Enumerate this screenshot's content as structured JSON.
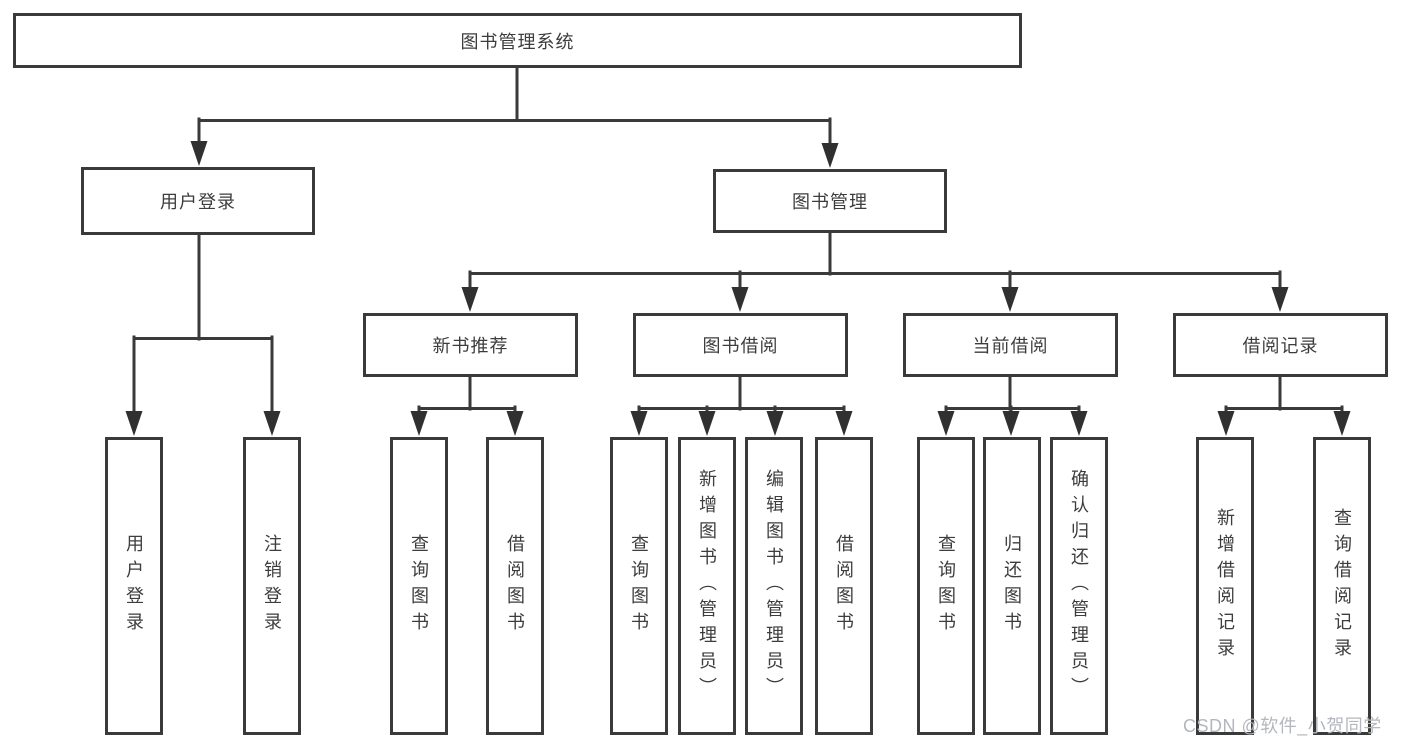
{
  "diagram": {
    "root": {
      "label": "图书管理系统"
    },
    "level1": [
      {
        "label": "用户登录"
      },
      {
        "label": "图书管理"
      }
    ],
    "level2": [
      {
        "label": "新书推荐"
      },
      {
        "label": "图书借阅"
      },
      {
        "label": "当前借阅"
      },
      {
        "label": "借阅记录"
      }
    ],
    "leaves": [
      {
        "label": "用户登录"
      },
      {
        "label": "注销登录"
      },
      {
        "label": "查询图书"
      },
      {
        "label": "借阅图书"
      },
      {
        "label": "查询图书"
      },
      {
        "label": "新增图书（管理员）"
      },
      {
        "label": "编辑图书（管理员）"
      },
      {
        "label": "借阅图书"
      },
      {
        "label": "查询图书"
      },
      {
        "label": "归还图书"
      },
      {
        "label": "确认归还（管理员）"
      },
      {
        "label": "新增借阅记录"
      },
      {
        "label": "查询借阅记录"
      }
    ],
    "colors": {
      "line": "#3a3a3a",
      "border": "#3a3a3a",
      "text": "#3d3d3d",
      "background": "#ffffff",
      "watermark": "#b4b7bd"
    }
  },
  "watermark": {
    "text": "CSDN @软件_小贺同学"
  }
}
